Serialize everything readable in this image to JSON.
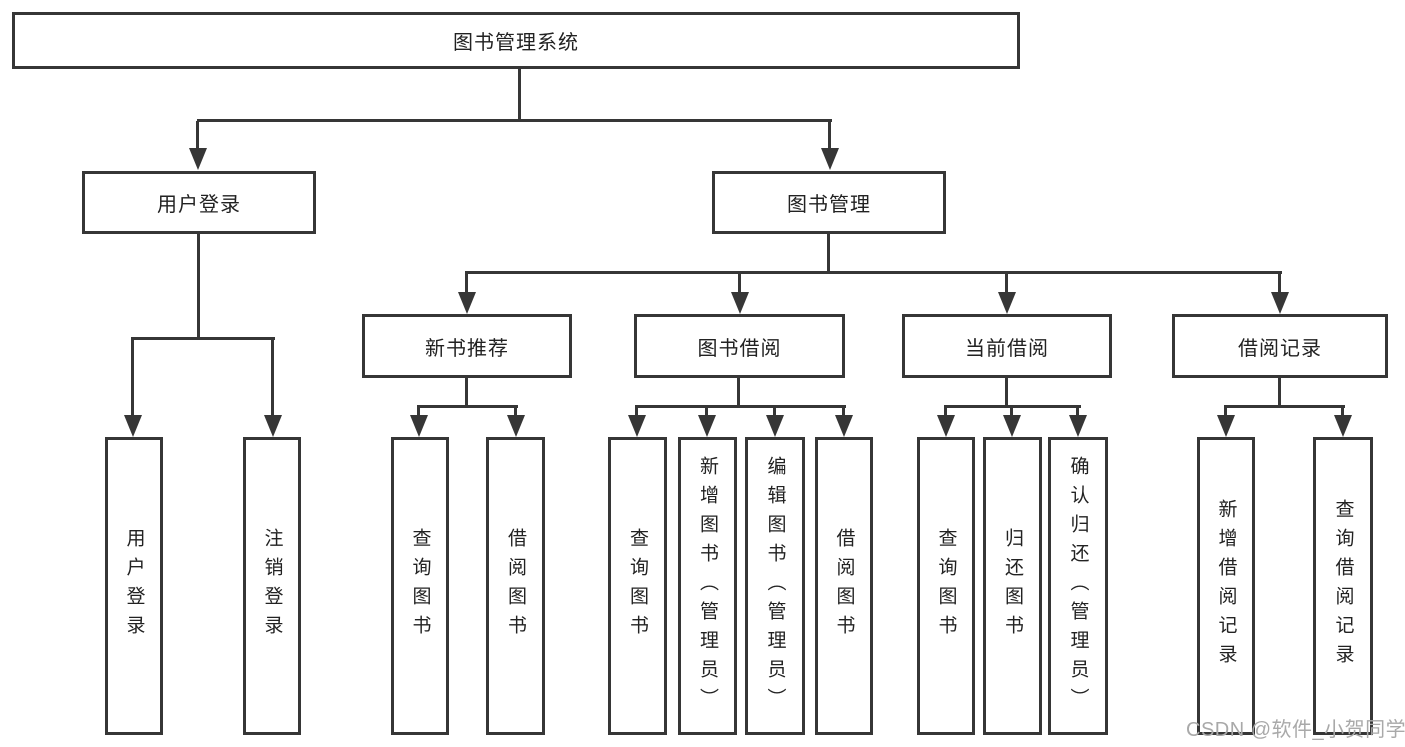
{
  "diagram_title": "图书管理系统",
  "tree": {
    "root": {
      "label": "图书管理系统",
      "children": [
        {
          "label": "用户登录",
          "children": [
            {
              "label": "用户登录"
            },
            {
              "label": "注销登录"
            }
          ]
        },
        {
          "label": "图书管理",
          "children": [
            {
              "label": "新书推荐",
              "children": [
                {
                  "label": "查询图书"
                },
                {
                  "label": "借阅图书"
                }
              ]
            },
            {
              "label": "图书借阅",
              "children": [
                {
                  "label": "查询图书"
                },
                {
                  "label": "新增图书（管理员）"
                },
                {
                  "label": "编辑图书（管理员）"
                },
                {
                  "label": "借阅图书"
                }
              ]
            },
            {
              "label": "当前借阅",
              "children": [
                {
                  "label": "查询图书"
                },
                {
                  "label": "归还图书"
                },
                {
                  "label": "确认归还（管理员）"
                }
              ]
            },
            {
              "label": "借阅记录",
              "children": [
                {
                  "label": "新增借阅记录"
                },
                {
                  "label": "查询借阅记录"
                }
              ]
            }
          ]
        }
      ]
    }
  },
  "watermark": {
    "text": "CSDN @软件_小贺同学",
    "color": "#a9a9a9"
  },
  "colors": {
    "line": "#363636",
    "text": "#222222",
    "background": "#ffffff"
  }
}
